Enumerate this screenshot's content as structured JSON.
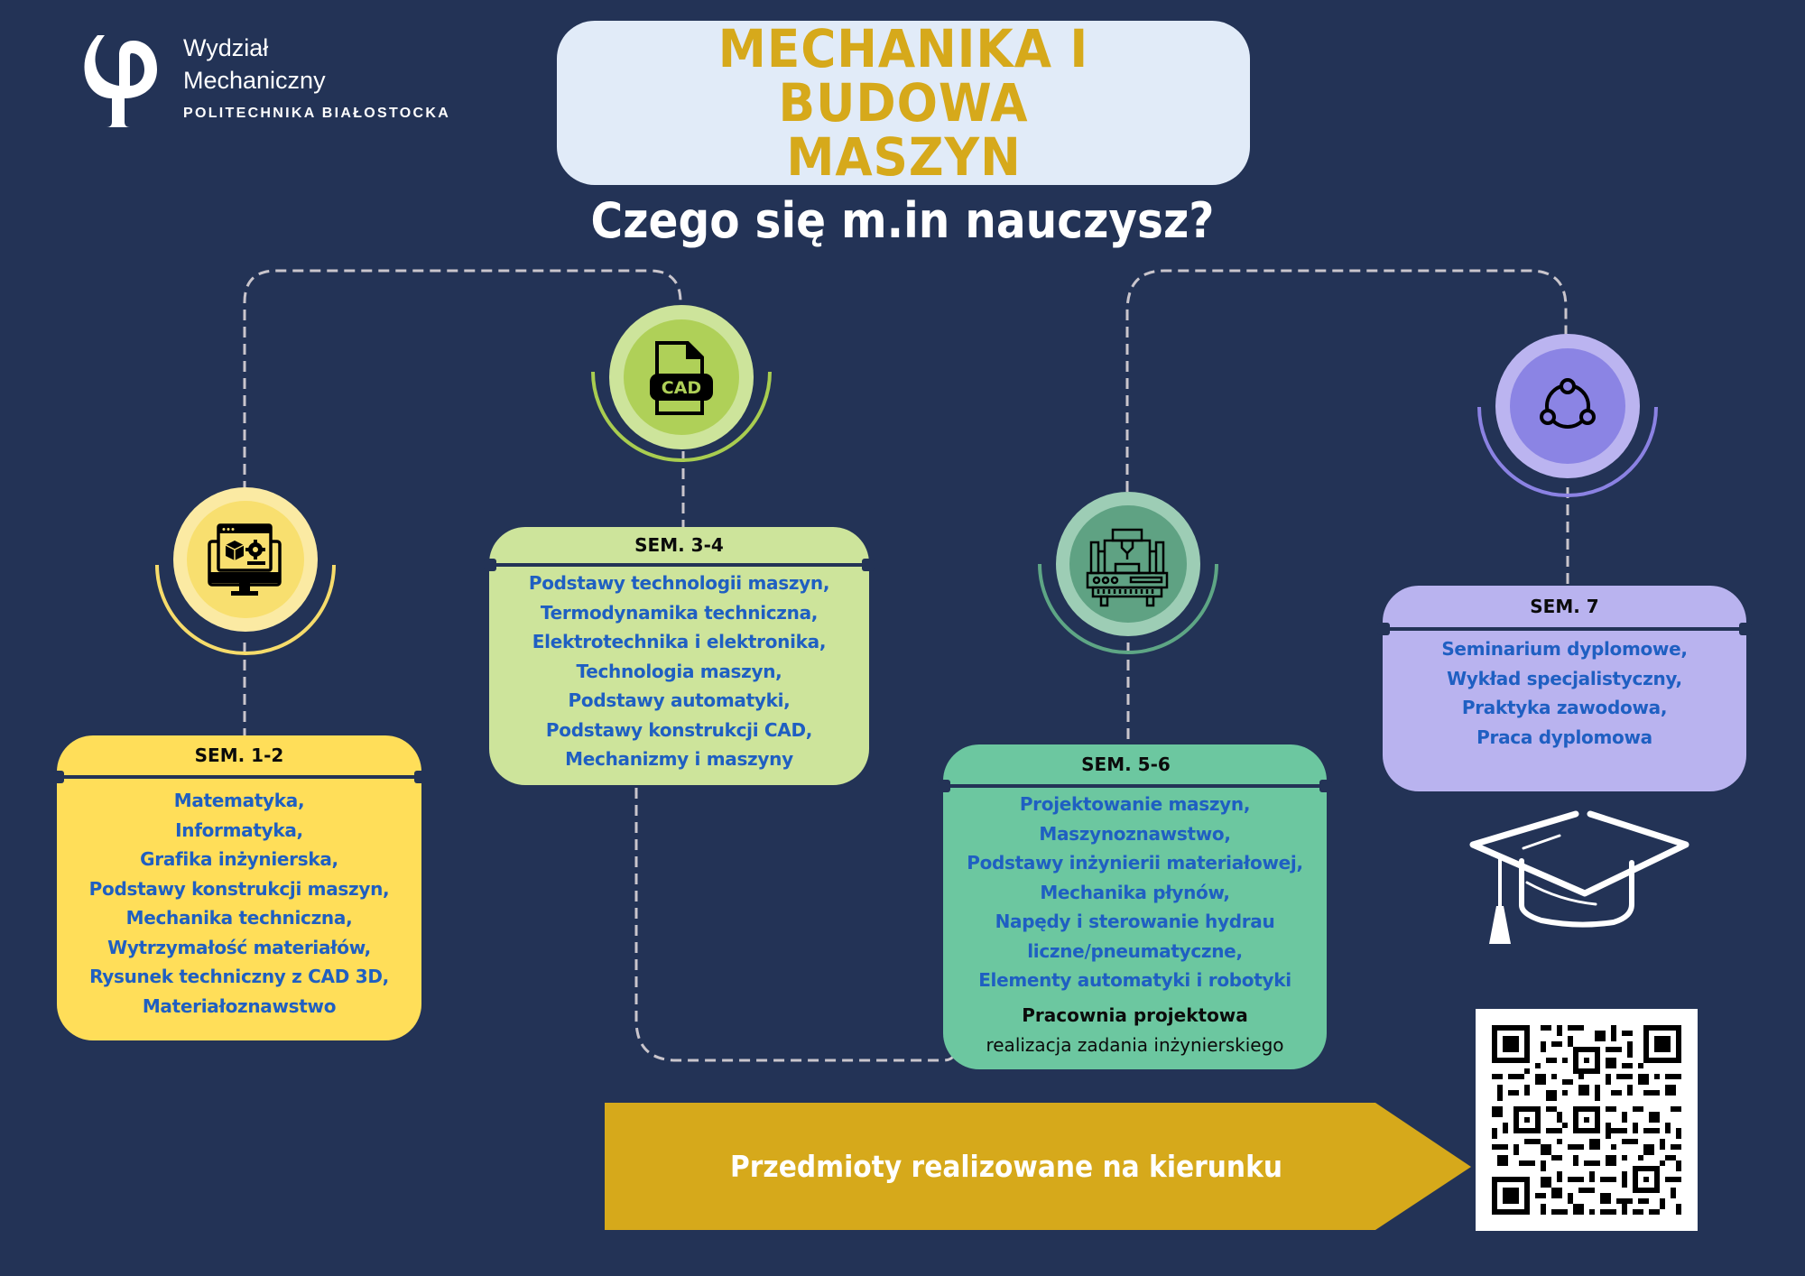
{
  "logo": {
    "icon": "phi-logo-icon",
    "line1": "Wydział",
    "line2": "Mechaniczny",
    "line3": "POLITECHNIKA BIAŁOSTOCKA"
  },
  "header": {
    "title_line1": "MECHANIKA I BUDOWA",
    "title_line2": "MASZYN",
    "subtitle": "Czego się m.in nauczysz?"
  },
  "colors": {
    "background": "#233356",
    "title_box": "#e1ebf8",
    "accent_gold": "#d6a91b",
    "sem12": "#ffde59",
    "sem34": "#cde49b",
    "sem56": "#6cc7a0",
    "sem7": "#b9b3ef",
    "item_text": "#1f5fc2",
    "connector": "#c9c5cc"
  },
  "semesters": [
    {
      "title": "SEM. 1-2",
      "icon": "computer-3d-settings-icon",
      "items": [
        "Matematyka,",
        "Informatyka,",
        "Grafika inżynierska,",
        "Podstawy konstrukcji maszyn,",
        "Mechanika techniczna,",
        "Wytrzymałość materiałów,",
        "Rysunek techniczny z CAD 3D,",
        "Materiałoznawstwo"
      ]
    },
    {
      "title": "SEM. 3-4",
      "icon": "cad-file-icon",
      "icon_label": "CAD",
      "items": [
        "Podstawy technologii maszyn,",
        "Termodynamika techniczna,",
        "Elektrotechnika i elektronika,",
        "Technologia maszyn,",
        "Podstawy automatyki,",
        "Podstawy konstrukcji CAD,",
        "Mechanizmy i maszyny"
      ]
    },
    {
      "title": "SEM. 5-6",
      "icon": "cnc-machine-icon",
      "items": [
        "Projektowanie maszyn,",
        "Maszynoznawstwo,",
        "Podstawy inżynierii materiałowej,",
        "Mechanika płynów,",
        "Napędy i sterowanie hydrau",
        "liczne/pneumatyczne,",
        "Elementy automatyki i robotyki"
      ],
      "extra_title": "Pracownia projektowa",
      "extra_sub": "realizacja zadania inżynierskiego"
    },
    {
      "title": "SEM. 7",
      "icon": "network-nodes-icon",
      "items": [
        "Seminarium dyplomowe,",
        "Wykład specjalistyczny,",
        "Praktyka zawodowa,",
        "Praca dyplomowa"
      ]
    }
  ],
  "decorations": {
    "graduation_cap": "graduation-cap-icon",
    "qr_code": "qr-code"
  },
  "banner": {
    "label": "Przedmioty realizowane na kierunku"
  }
}
